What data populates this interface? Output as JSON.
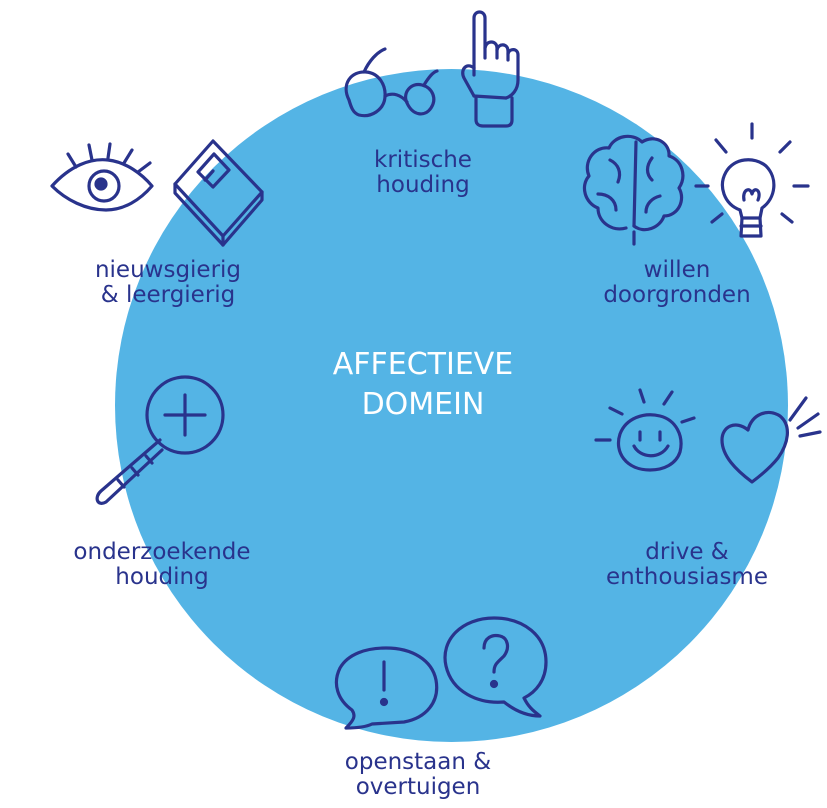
{
  "colors": {
    "circle": "#54b4e5",
    "ink": "#29338c",
    "center_text": "#ffffff"
  },
  "center": {
    "line1": "AFFECTIEVE",
    "line2": "DOMEIN"
  },
  "items": [
    {
      "line1": "kritische",
      "line2": "houding",
      "icons": [
        "glasses-icon",
        "pointing-hand-icon"
      ]
    },
    {
      "line1": "willen",
      "line2": "doorgronden",
      "icons": [
        "brain-icon",
        "lightbulb-icon"
      ]
    },
    {
      "line1": "drive &",
      "line2": "enthousiasme",
      "icons": [
        "smiley-sun-icon",
        "heart-icon"
      ]
    },
    {
      "line1": "openstaan &",
      "line2": "overtuigen",
      "icons": [
        "exclamation-speech-bubble-icon",
        "question-speech-bubble-icon"
      ]
    },
    {
      "line1": "onderzoekende",
      "line2": "houding",
      "icons": [
        "magnifier-plus-icon"
      ]
    },
    {
      "line1": "nieuwsgierig",
      "line2": "& leergierig",
      "icons": [
        "eye-icon",
        "book-icon"
      ]
    }
  ]
}
